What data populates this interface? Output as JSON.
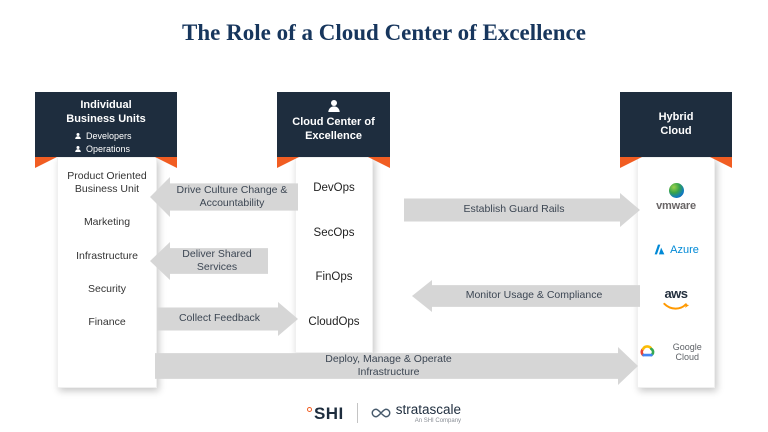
{
  "title": "The Role of a Cloud Center of Excellence",
  "columns": {
    "business_units": {
      "header": "Individual Business Units",
      "roles": [
        "Developers",
        "Operations"
      ],
      "items": [
        "Product Oriented Business Unit",
        "Marketing",
        "Infrastructure",
        "Security",
        "Finance"
      ]
    },
    "ccoe": {
      "header": "Cloud Center of Excellence",
      "items": [
        "DevOps",
        "SecOps",
        "FinOps",
        "CloudOps"
      ]
    },
    "hybrid_cloud": {
      "header": "Hybrid Cloud",
      "providers": [
        {
          "label": "vmware"
        },
        {
          "label": "Azure"
        },
        {
          "label": "aws"
        },
        {
          "label": "Google Cloud"
        }
      ]
    }
  },
  "arrows": [
    {
      "label": "Drive Culture Change & Accountability",
      "direction": "left"
    },
    {
      "label": "Deliver Shared Services",
      "direction": "left"
    },
    {
      "label": "Collect Feedback",
      "direction": "right"
    },
    {
      "label": "Establish Guard Rails",
      "direction": "right"
    },
    {
      "label": "Monitor Usage & Compliance",
      "direction": "left"
    },
    {
      "label": "Deploy, Manage & Operate Infrastructure",
      "direction": "right"
    }
  ],
  "footer": {
    "shi": "SHI",
    "stratascale": "stratascale",
    "stratascale_tagline": "An SHI Company"
  },
  "colors": {
    "navy": "#1e2d3e",
    "orange": "#f15d22",
    "title_blue": "#17365d",
    "arrow_gray": "#d6d6d6",
    "azure_blue": "#0089d6",
    "aws_navy": "#232f3e",
    "aws_orange": "#ff9900",
    "vmware_gray": "#696566",
    "google_text_gray": "#5f6368"
  }
}
